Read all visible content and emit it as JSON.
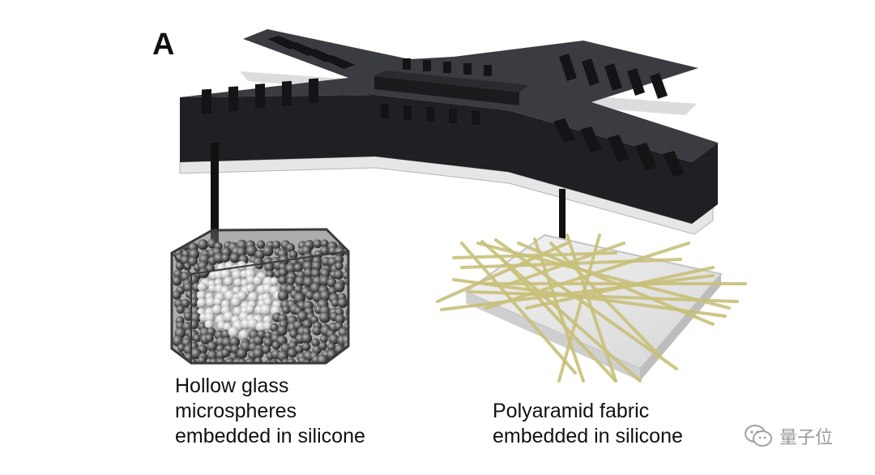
{
  "figure": {
    "panel_letter": "A",
    "labels": {
      "left": [
        "Hollow glass",
        "microspheres",
        "embedded in silicone"
      ],
      "right": [
        "Polyaramid fabric",
        "embedded in silicone"
      ]
    },
    "watermark": {
      "text": "量子位",
      "icon": "wechat-icon"
    }
  },
  "colors": {
    "robot_body": "#2e2f33",
    "robot_top": "#4a4b50",
    "base_layer": "#e4e4e4",
    "fiber": "#c9c07a",
    "fabric_sheet": "#e8e8e8",
    "sphere_block": "#5a5a5c"
  }
}
